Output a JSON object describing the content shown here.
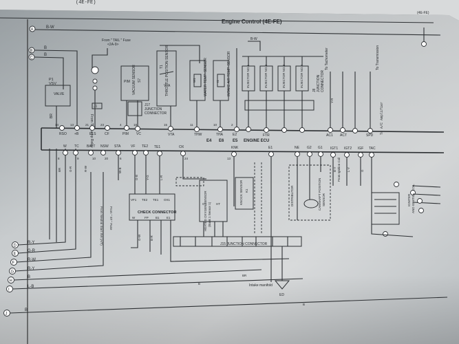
{
  "header": {
    "title": "Engine Control (4E-FE)",
    "corner_text": "(4E-FE)"
  },
  "diagram": {
    "left_connectors": [
      {
        "letter": "A",
        "wire": "B-W"
      },
      {
        "letter": "B",
        "wire": "B"
      },
      {
        "letter": "C",
        "wire": "B"
      },
      {
        "letter": "D",
        "wire": "R-Y"
      },
      {
        "letter": "E",
        "wire": "G-R"
      },
      {
        "letter": "F",
        "wire": "R-W"
      },
      {
        "letter": "G",
        "wire": "R-Y"
      },
      {
        "letter": "H",
        "wire": "B"
      },
      {
        "letter": "I",
        "wire": "L-B"
      },
      {
        "letter": "J",
        "wire": "B"
      }
    ],
    "ecu_label": "ENGINE ECU",
    "ecu_connector_labels": [
      "E4",
      "E6",
      "E5"
    ],
    "ecu_top_terminals": [
      "RSO",
      "+B",
      "ELS",
      "CF",
      "PIM",
      "VC",
      "VTA",
      "THW",
      "THA",
      "E2",
      "FTR",
      "AC1",
      "ACT",
      "SPD"
    ],
    "ecu_top_pins": [
      "14",
      "13",
      "21",
      "23",
      "4",
      "18",
      "15",
      "11",
      "10",
      "2"
    ],
    "ecu_bottom_terminals": [
      "W",
      "TC",
      "BATT",
      "NSW",
      "STA",
      "VF",
      "TE2",
      "TE1",
      "OX",
      "KNK",
      "E1",
      "NE",
      "G2",
      "G1",
      "IGT1",
      "IGT2",
      "IGF",
      "TAC"
    ],
    "ecu_bottom_pins": [
      "8",
      "9",
      "10",
      "20",
      "6",
      "24",
      "13"
    ],
    "components": {
      "vsv_valve": [
        "P1",
        "VSV",
        "VALVE"
      ],
      "fuse_label": "From \" TAIL \" Fuse",
      "fuse_ref": "<2A-9>",
      "fuse_from": "From Tail Lamp Relay",
      "vacuum_sensor": [
        "VACUUM SENSOR",
        "S7"
      ],
      "throttle_sensor": [
        "T1",
        "THROTTLE POSITION SENSOR"
      ],
      "water_temp_sensor": [
        "W1",
        "WATER TEMP. SENSOR"
      ],
      "intake_air_sensor": [
        "I1",
        "INTAKE AIR TEMP. SENSOR"
      ],
      "injectors": [
        "INJECTOR NO.1",
        "INJECTOR NO.2",
        "INJECTOR NO.3",
        "INJECTOR NO.4"
      ],
      "injector_connector": [
        "J8",
        "JUNCTION",
        "CONNECTOR"
      ],
      "junction_j17": [
        "J17",
        "JUNCTION",
        "CONNECTOR"
      ],
      "check_connector": "CHECK CONNECTOR",
      "check_connector_pins": [
        "VF1",
        "TE2",
        "TE1",
        "OX1",
        "W",
        "FP",
        "B1",
        "E1"
      ],
      "oxygen_sensor": [
        "HEATED OXYGEN SENSOR",
        "(Bank 1 Sensor 1)"
      ],
      "knock_sensor": [
        "K1",
        "KNOCK SENSOR"
      ],
      "distributor": "DISTRIBUTOR",
      "camshaft_sensor": [
        "CAMSHAFT POSITION",
        "SENSOR"
      ],
      "igniter": [
        "IGNITER",
        "AND IGNITION COIL"
      ],
      "j15": "J15 JUNCTION CONNECTOR",
      "ground": "Intake manifold",
      "ground_ref": "ED",
      "from_neutral": "From Neutral Start SW (A/T)",
      "from_st_fuse": "From \" ST \" Fuse",
      "to_taco": "To Tachometer",
      "to_trans": "To Transmission"
    },
    "wire_colors": [
      "B-W",
      "B",
      "B",
      "BR",
      "G-R",
      "R-W",
      "R-Y",
      "L-B",
      "W-B",
      "G-B",
      "Y-G",
      "L-R",
      "G-W",
      "B-R",
      "B-Y",
      "L-Y",
      "G",
      "Y-R"
    ]
  }
}
